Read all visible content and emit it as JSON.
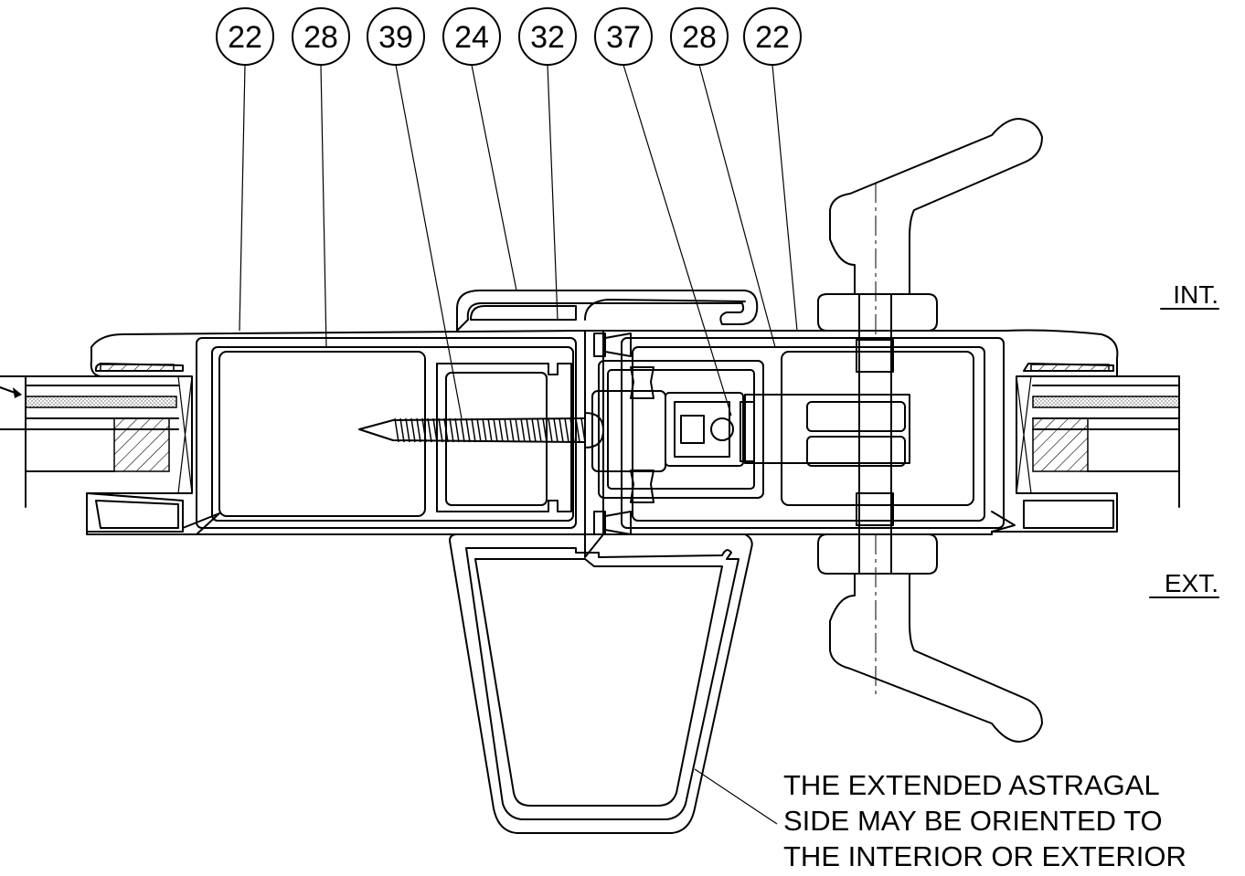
{
  "callouts": [
    {
      "id": "22",
      "label": "22"
    },
    {
      "id": "28",
      "label": "28"
    },
    {
      "id": "39",
      "label": "39"
    },
    {
      "id": "24",
      "label": "24"
    },
    {
      "id": "32",
      "label": "32"
    },
    {
      "id": "37",
      "label": "37"
    },
    {
      "id": "28b",
      "label": "28"
    },
    {
      "id": "22b",
      "label": "22"
    }
  ],
  "side_labels": {
    "interior": "INT.",
    "exterior": "EXT."
  },
  "note": {
    "lines": [
      "THE EXTENDED ASTRAGAL",
      "SIDE MAY BE ORIENTED TO",
      "THE INTERIOR OR EXTERIOR"
    ]
  }
}
